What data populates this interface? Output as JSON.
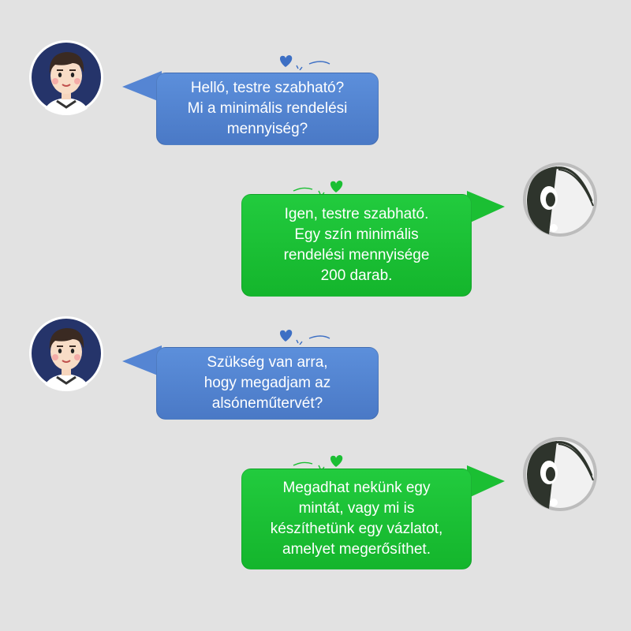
{
  "colors": {
    "background": "#e2e2e2",
    "customer_bubble": "#5585d3",
    "supplier_bubble": "#1bbf33",
    "customer_heart": "#3d6fc4",
    "supplier_heart": "#1bbf33"
  },
  "messages": [
    {
      "sender": "customer",
      "avatar_icon": "boy-avatar-icon",
      "text": "Helló, testre szabható?\nMi a minimális rendelési\nmennyiség?"
    },
    {
      "sender": "supplier",
      "avatar_icon": "panda-avatar-icon",
      "text": "Igen, testre szabható.\nEgy szín minimális\nrendelési mennyisége\n200 darab."
    },
    {
      "sender": "customer",
      "avatar_icon": "boy-avatar-icon",
      "text": "Szükség van arra,\nhogy megadjam az\nalsóneműtervét?"
    },
    {
      "sender": "supplier",
      "avatar_icon": "panda-avatar-icon",
      "text": "Megadhat nekünk egy\nmintát, vagy mi is\nkészíthetünk egy vázlatot,\namelyet megerősíthet."
    }
  ]
}
